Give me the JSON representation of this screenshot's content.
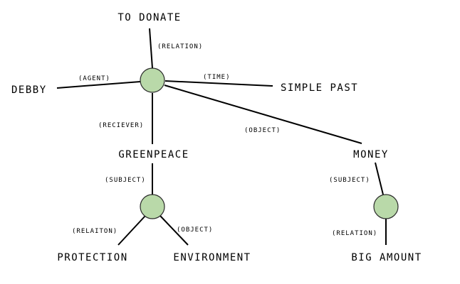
{
  "colors": {
    "node_fill": "#b9d9a9",
    "node_stroke": "#2a2a2a",
    "line": "#000000"
  },
  "terms": {
    "to_donate": "TO DONATE",
    "debby": "DEBBY",
    "simple_past": "SIMPLE PAST",
    "greenpeace": "GREENPEACE",
    "money": "MONEY",
    "protection": "PROTECTION",
    "environment": "ENVIRONMENT",
    "big_amount": "BIG AMOUNT"
  },
  "relations": {
    "relation_top": "(RELATION)",
    "agent": "(AGENT)",
    "time": "(TIME)",
    "reciever": "(RECIEVER)",
    "object_money": "(OBJECT)",
    "subject_greenpeace": "(SUBJECT)",
    "subject_money": "(SUBJECT)",
    "relaiton": "(RELAITON)",
    "object_environment": "(OBJECT)",
    "relation_amount": "(RELATION)"
  }
}
